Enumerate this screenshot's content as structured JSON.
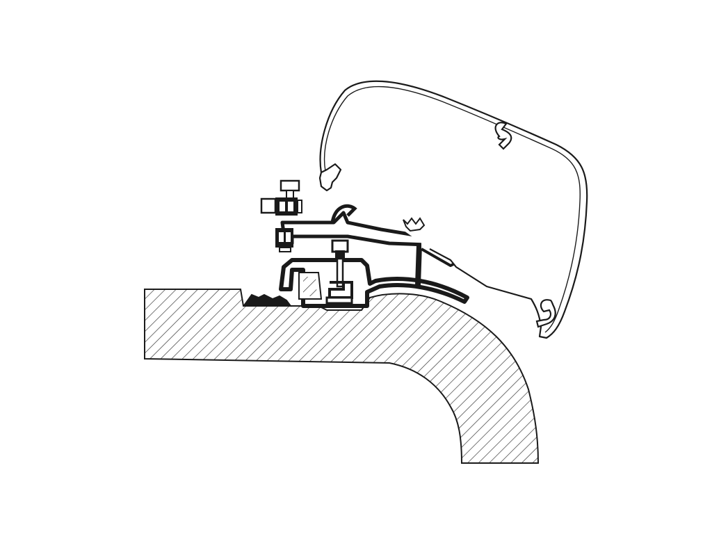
{
  "diagram": {
    "type": "technical-cross-section",
    "components": [
      "vehicle-roof-section",
      "awning-case-profile",
      "mounting-adapter-rail",
      "adjustment-bolt-upper",
      "adjustment-bolt-lower",
      "clamp-bolt",
      "roof-gutter-channel"
    ],
    "line_color": "#1a1a1a",
    "fill_color": "#ffffff",
    "hatch_color": "#3a3a3a"
  }
}
